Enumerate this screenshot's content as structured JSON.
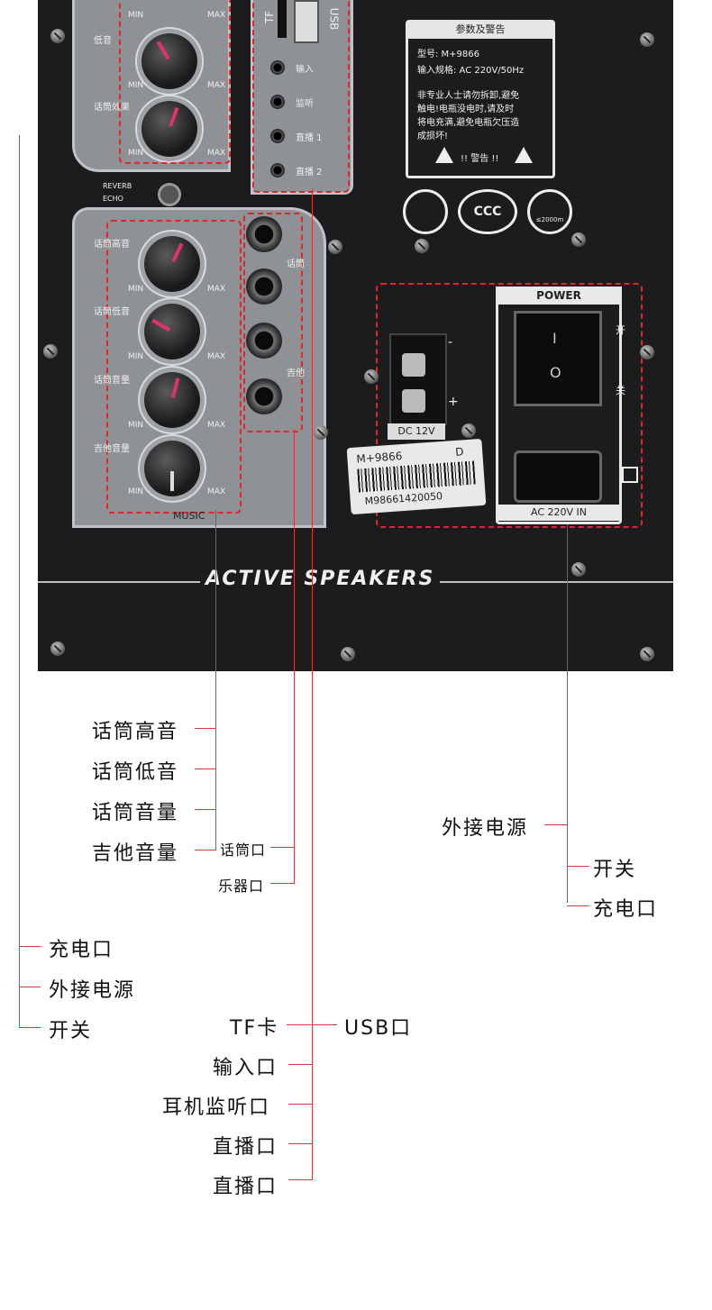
{
  "photo": {
    "usb_slot_labels": [
      "TF",
      "USB"
    ],
    "knob_labels_top": [
      "MIN",
      "MAX",
      "低音",
      "MIN",
      "MAX",
      "话筒效果",
      "MIN",
      "MAX"
    ],
    "jack_labels_top": [
      "输入",
      "监听",
      "直播 1",
      "直播 2"
    ],
    "reverb_echo": [
      "REVERB",
      "ECHO"
    ],
    "warning_title": "参数及警告",
    "warning_lines": [
      "型号:  M+9866",
      "输入规格: AC 220V/50Hz",
      "非专业人士请勿拆卸,避免",
      "触电!电瓶没电时,请及时",
      "将电充满,避免电瓶欠压造",
      "成损坏!",
      "!! 警告 !!"
    ],
    "cert_marks": [
      "CCC",
      "≤2000m"
    ],
    "mic_knobs": [
      {
        "label": "话筒高音",
        "min": "MIN",
        "max": "MAX"
      },
      {
        "label": "话筒低音",
        "min": "MIN",
        "max": "MAX"
      },
      {
        "label": "话筒音量",
        "min": "MIN",
        "max": "MAX"
      },
      {
        "label": "吉他音量",
        "min": "MIN",
        "max": "MAX"
      }
    ],
    "jack_group_labels": [
      "话筒",
      "吉他"
    ],
    "music_label": "MUSIC",
    "dc_label": "DC 12V",
    "dc_signs": [
      "-",
      "+"
    ],
    "barcode_model": "M+9866",
    "barcode_suffix": "D",
    "barcode_number": "M98661420050",
    "power_title": "POWER",
    "switch_marks": [
      "I",
      "O"
    ],
    "switch_side_labels": [
      "开",
      "关"
    ],
    "ac_label": "AC 220V IN",
    "brand_text": "ACTIVE SPEAKERS"
  },
  "callouts": {
    "mic_controls": [
      "话筒高音",
      "话筒低音",
      "话筒音量",
      "吉他音量"
    ],
    "jacks": [
      "话筒口",
      "乐器口"
    ],
    "power_group": "外接电源",
    "power_items": [
      "开关",
      "充电口"
    ],
    "left_items": [
      "充电口",
      "外接电源",
      "开关"
    ],
    "tf": "TF卡",
    "usb": "USB口",
    "bottom_items": [
      "输入口",
      "耳机监听口",
      "直播口",
      "直播口"
    ]
  },
  "colors": {
    "panel": "#1c1c1e",
    "leader": "#d03a3a",
    "dash": "#e0252b"
  }
}
